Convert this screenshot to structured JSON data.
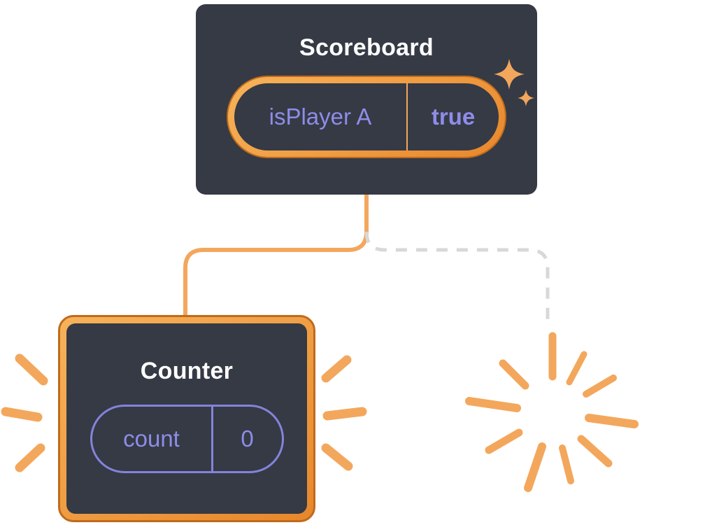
{
  "diagram": {
    "scoreboard": {
      "title": "Scoreboard",
      "state": {
        "label": "isPlayer A",
        "value": "true"
      }
    },
    "counter": {
      "title": "Counter",
      "state": {
        "label": "count",
        "value": "0"
      }
    }
  },
  "colors": {
    "background": "#FFFFFF",
    "surface": "#353A45",
    "title-text": "#FFFFFF",
    "accent": "#F3A75C",
    "ring-light": "#F7B35A",
    "ring-mid": "#E8872C",
    "ring-outline": "#BF6B1C",
    "purple-text": "#8F8CE8",
    "purple-border": "#8583DB",
    "dashed-line": "#D8D8D8"
  }
}
